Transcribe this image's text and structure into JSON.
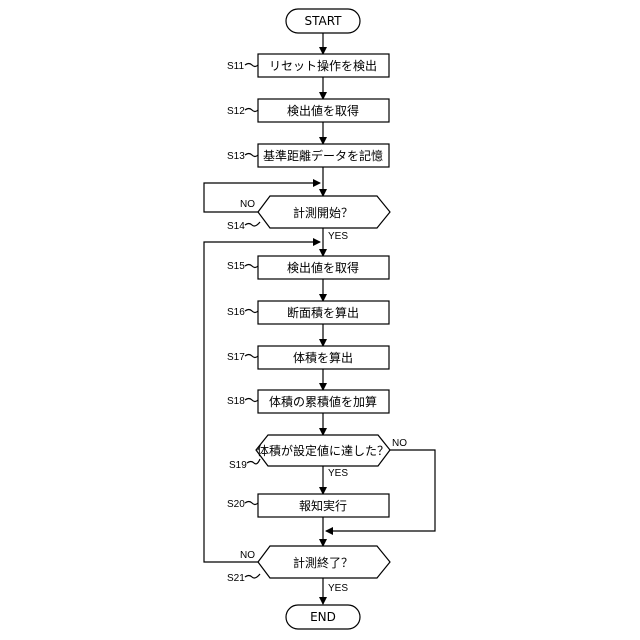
{
  "terminals": {
    "start": "START",
    "end": "END"
  },
  "steps": {
    "s11": {
      "label": "S11",
      "text": "リセット操作を検出"
    },
    "s12": {
      "label": "S12",
      "text": "検出値を取得"
    },
    "s13": {
      "label": "S13",
      "text": "基準距離データを記憶"
    },
    "s14": {
      "label": "S14",
      "text": "計測開始？"
    },
    "s15": {
      "label": "S15",
      "text": "検出値を取得"
    },
    "s16": {
      "label": "S16",
      "text": "断面積を算出"
    },
    "s17": {
      "label": "S17",
      "text": "体積を算出"
    },
    "s18": {
      "label": "S18",
      "text": "体積の累積値を加算"
    },
    "s19": {
      "label": "S19",
      "text": "体積が設定値に達した？"
    },
    "s20": {
      "label": "S20",
      "text": "報知実行"
    },
    "s21": {
      "label": "S21",
      "text": "計測終了？"
    }
  },
  "branches": {
    "yes": "YES",
    "no": "NO"
  }
}
